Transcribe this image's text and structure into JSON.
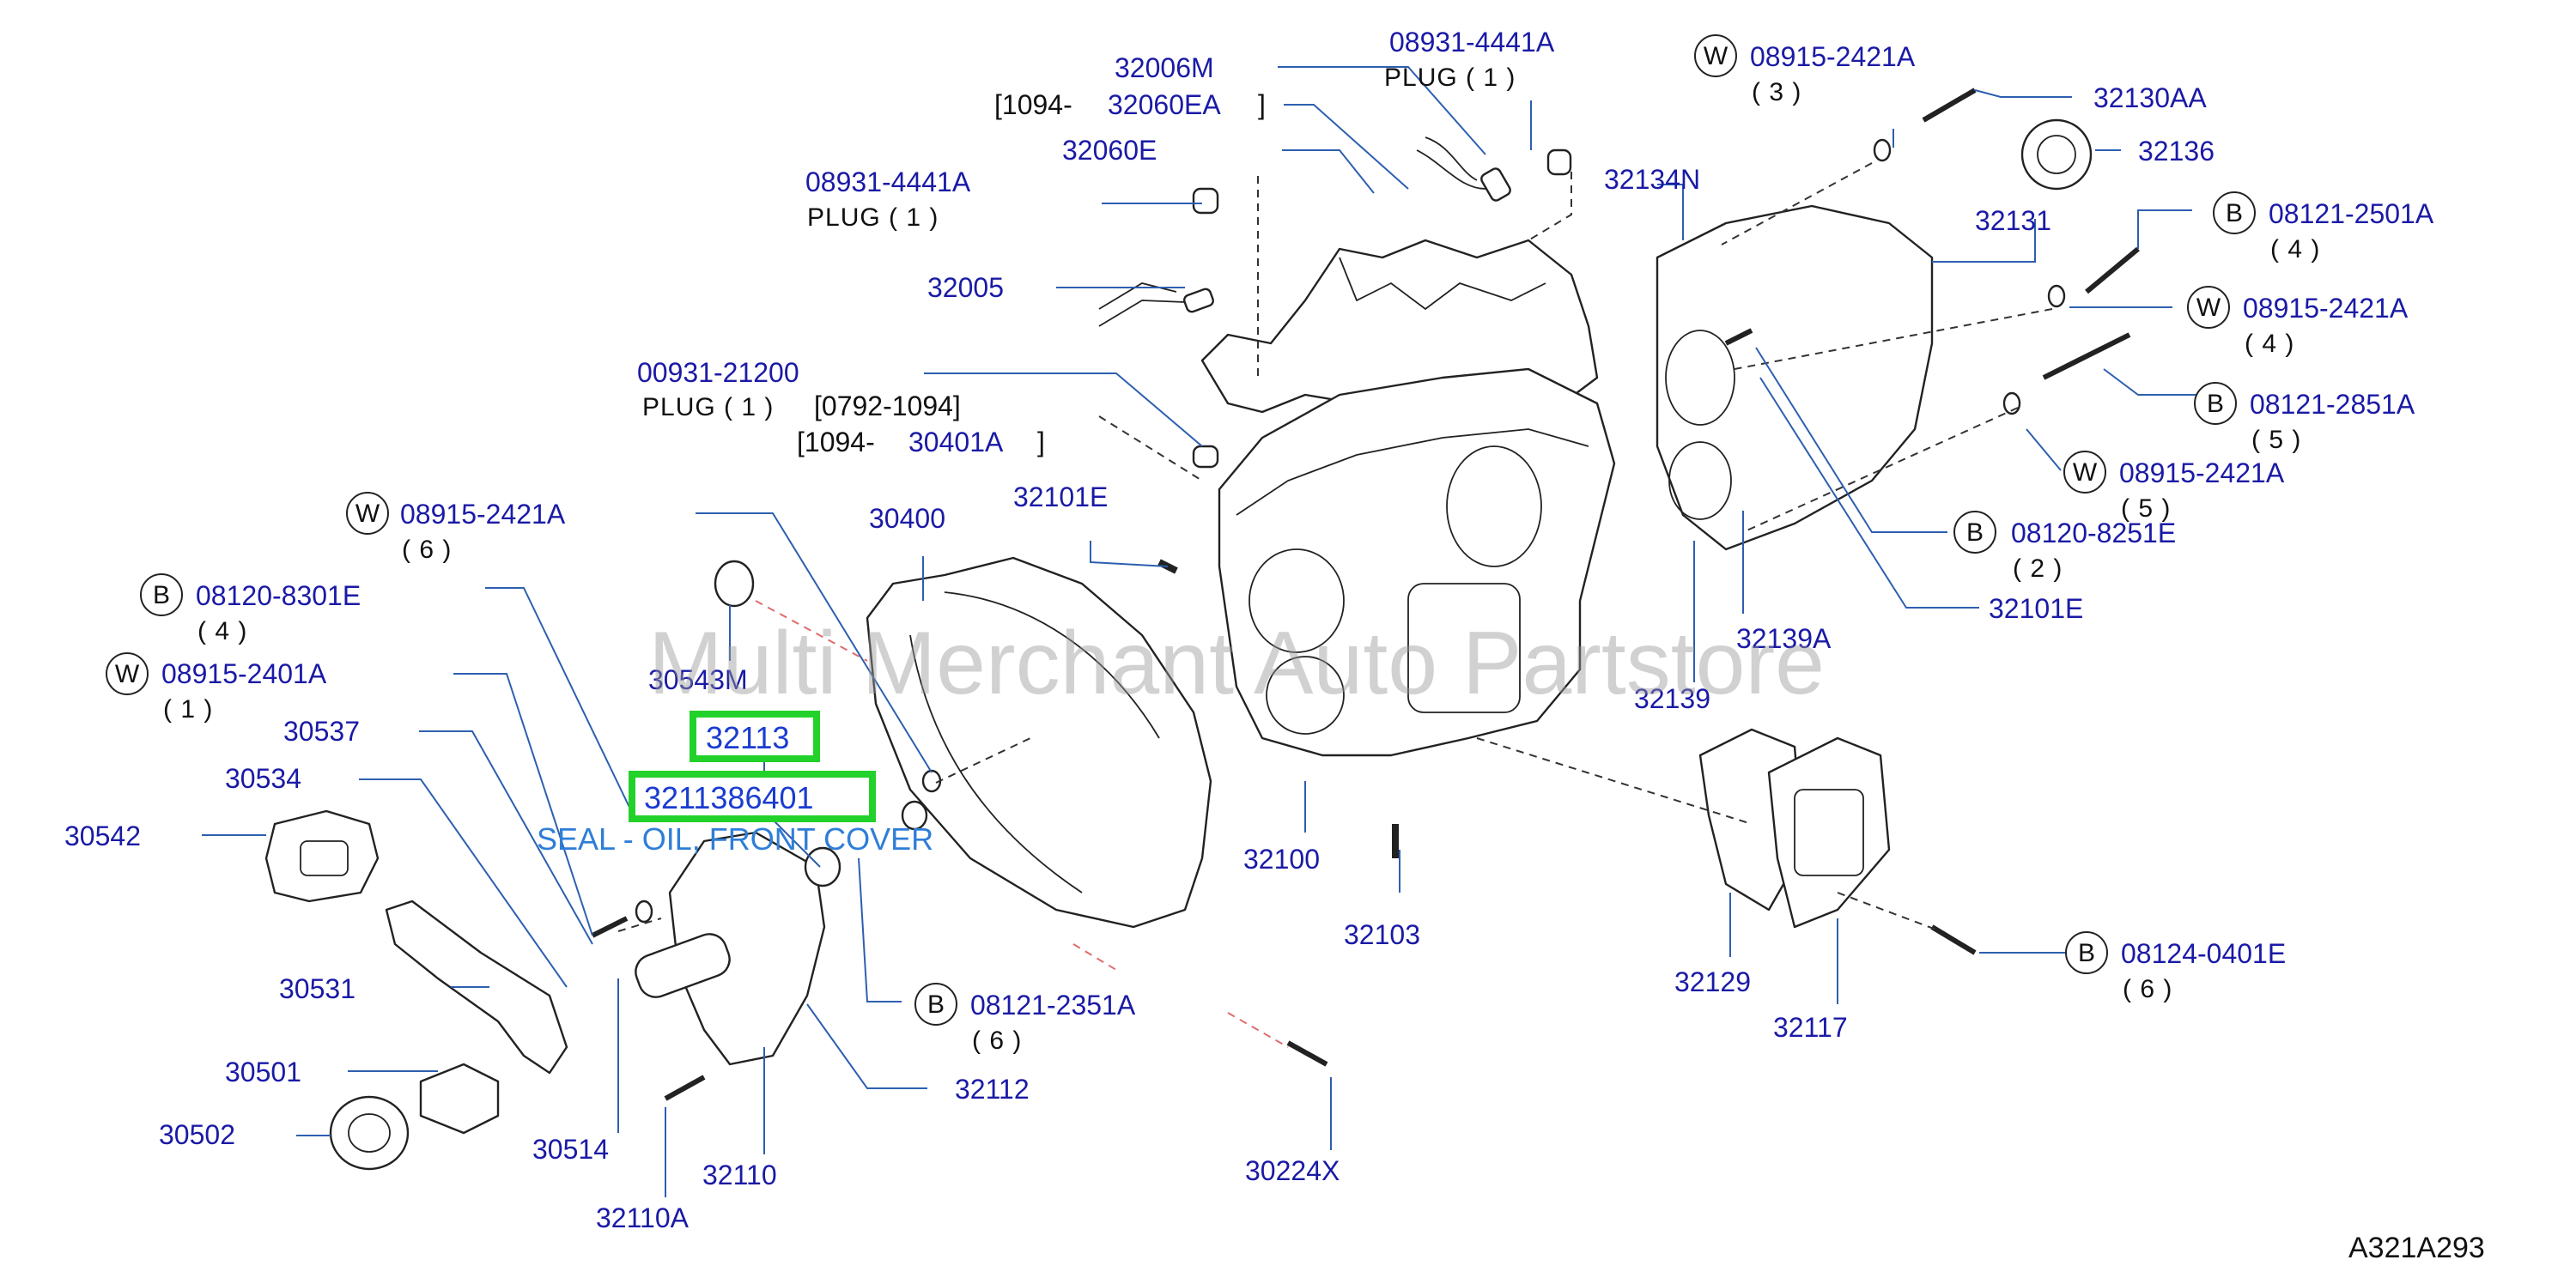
{
  "watermark": "Multi Merchant Auto Partstore",
  "diagram_code": "A321A293",
  "highlight": {
    "part": "32113",
    "part_number": "3211386401",
    "description": "SEAL - OIL, FRONT COVER"
  },
  "callouts": {
    "c_32006M": {
      "pn": "32006M"
    },
    "c_32060EA": {
      "prefix": "[1094-",
      "pn": "32060EA",
      "suffix": "]"
    },
    "c_32060E": {
      "pn": "32060E"
    },
    "c_08931a": {
      "pn": "08931-4441A",
      "qty": "PLUG  ( 1 )"
    },
    "c_08931b": {
      "pn": "08931-4441A",
      "qty": "PLUG  ( 1 )"
    },
    "c_32005": {
      "pn": "32005"
    },
    "c_00931": {
      "pn": "00931-21200",
      "qty": "PLUG  ( 1 )",
      "range": "[0792-1094]",
      "prefix2": "[1094-",
      "pn2": "30401A",
      "suffix2": "]"
    },
    "c_08915_6": {
      "badge": "W",
      "pn": "08915-2421A",
      "qty": "( 6 )"
    },
    "c_08120_8301": {
      "badge": "B",
      "pn": "08120-8301E",
      "qty": "( 4 )"
    },
    "c_08915_2401": {
      "badge": "W",
      "pn": "08915-2401A",
      "qty": "( 1 )"
    },
    "c_30537": {
      "pn": "30537"
    },
    "c_30534": {
      "pn": "30534"
    },
    "c_30542": {
      "pn": "30542"
    },
    "c_30531": {
      "pn": "30531"
    },
    "c_30501": {
      "pn": "30501"
    },
    "c_30502": {
      "pn": "30502"
    },
    "c_30514": {
      "pn": "30514"
    },
    "c_32110": {
      "pn": "32110"
    },
    "c_32110A": {
      "pn": "32110A"
    },
    "c_32112": {
      "pn": "32112"
    },
    "c_08121_2351": {
      "badge": "B",
      "pn": "08121-2351A",
      "qty": "( 6 )"
    },
    "c_30400": {
      "pn": "30400"
    },
    "c_30543M": {
      "pn": "30543M"
    },
    "c_32101E_a": {
      "pn": "32101E"
    },
    "c_32100": {
      "pn": "32100"
    },
    "c_32103": {
      "pn": "32103"
    },
    "c_30224X": {
      "pn": "30224X"
    },
    "c_08915_3": {
      "badge": "W",
      "pn": "08915-2421A",
      "qty": "( 3 )"
    },
    "c_32130AA": {
      "pn": "32130AA"
    },
    "c_32136": {
      "pn": "32136"
    },
    "c_32134N": {
      "pn": "32134N"
    },
    "c_32131": {
      "pn": "32131"
    },
    "c_08121_2501": {
      "badge": "B",
      "pn": "08121-2501A",
      "qty": "( 4 )"
    },
    "c_08915_4": {
      "badge": "W",
      "pn": "08915-2421A",
      "qty": "( 4 )"
    },
    "c_08121_2851": {
      "badge": "B",
      "pn": "08121-2851A",
      "qty": "( 5 )"
    },
    "c_08915_5": {
      "badge": "W",
      "pn": "08915-2421A",
      "qty": "( 5 )"
    },
    "c_08120_8251": {
      "badge": "B",
      "pn": "08120-8251E",
      "qty": "( 2 )"
    },
    "c_32101E_b": {
      "pn": "32101E"
    },
    "c_32139A": {
      "pn": "32139A"
    },
    "c_32139": {
      "pn": "32139"
    },
    "c_32129": {
      "pn": "32129"
    },
    "c_32117": {
      "pn": "32117"
    },
    "c_08124_0401": {
      "badge": "B",
      "pn": "08124-0401E",
      "qty": "( 6 )"
    }
  }
}
